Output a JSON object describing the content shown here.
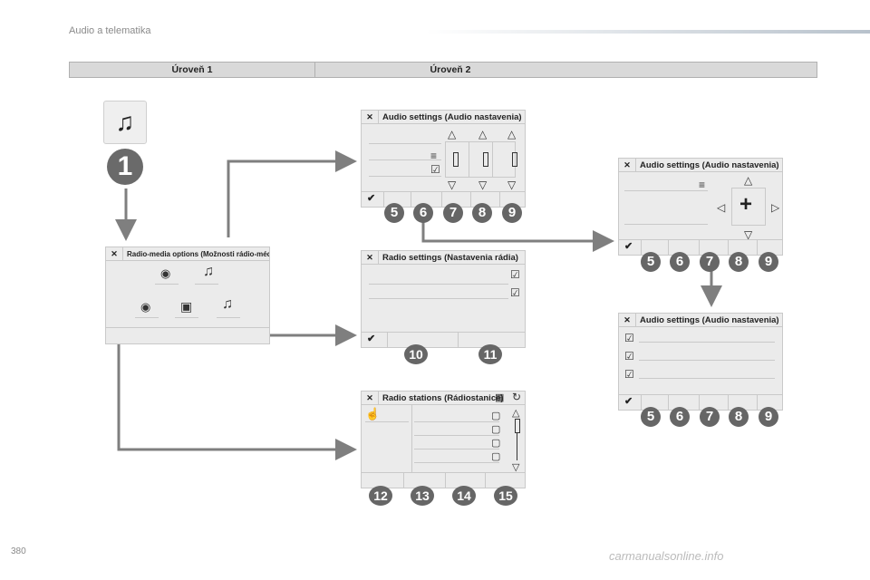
{
  "section_title": "Audio a telematika",
  "page_number": "380",
  "footer_watermark": "carmanualsonline.info",
  "header": {
    "col1": "Úroveň 1",
    "col2": "Úroveň 2"
  },
  "step1_number": "1",
  "panels": {
    "radio_media": {
      "title": "Radio-media options (Možnosti rádio-médium)"
    },
    "audio1": {
      "title": "Audio settings (Audio nastavenia)",
      "numbers": [
        "5",
        "6",
        "7",
        "8",
        "9"
      ]
    },
    "radio_settings": {
      "title": "Radio settings (Nastavenia rádia)",
      "numbers": [
        "10",
        "11"
      ]
    },
    "radio_stations": {
      "title": "Radio stations (Rádiostanice)",
      "numbers": [
        "12",
        "13",
        "14",
        "15"
      ]
    },
    "audio2": {
      "title": "Audio settings (Audio nastavenia)",
      "numbers": [
        "5",
        "6",
        "7",
        "8",
        "9"
      ]
    },
    "audio3": {
      "title": "Audio settings (Audio nastavenia)",
      "numbers": [
        "5",
        "6",
        "7",
        "8",
        "9"
      ]
    }
  },
  "glyphs": {
    "close": "✕",
    "confirm": "✔",
    "music": "♫",
    "up": "△",
    "down": "▽",
    "left": "◁",
    "right": "▷",
    "plus": "+",
    "menu": "≡",
    "check_box": "☑"
  },
  "colors": {
    "arrow": "#7f7f7f",
    "panel_bg": "#ebebeb",
    "header_bg": "#d9d9d9",
    "badge": "#666666"
  }
}
